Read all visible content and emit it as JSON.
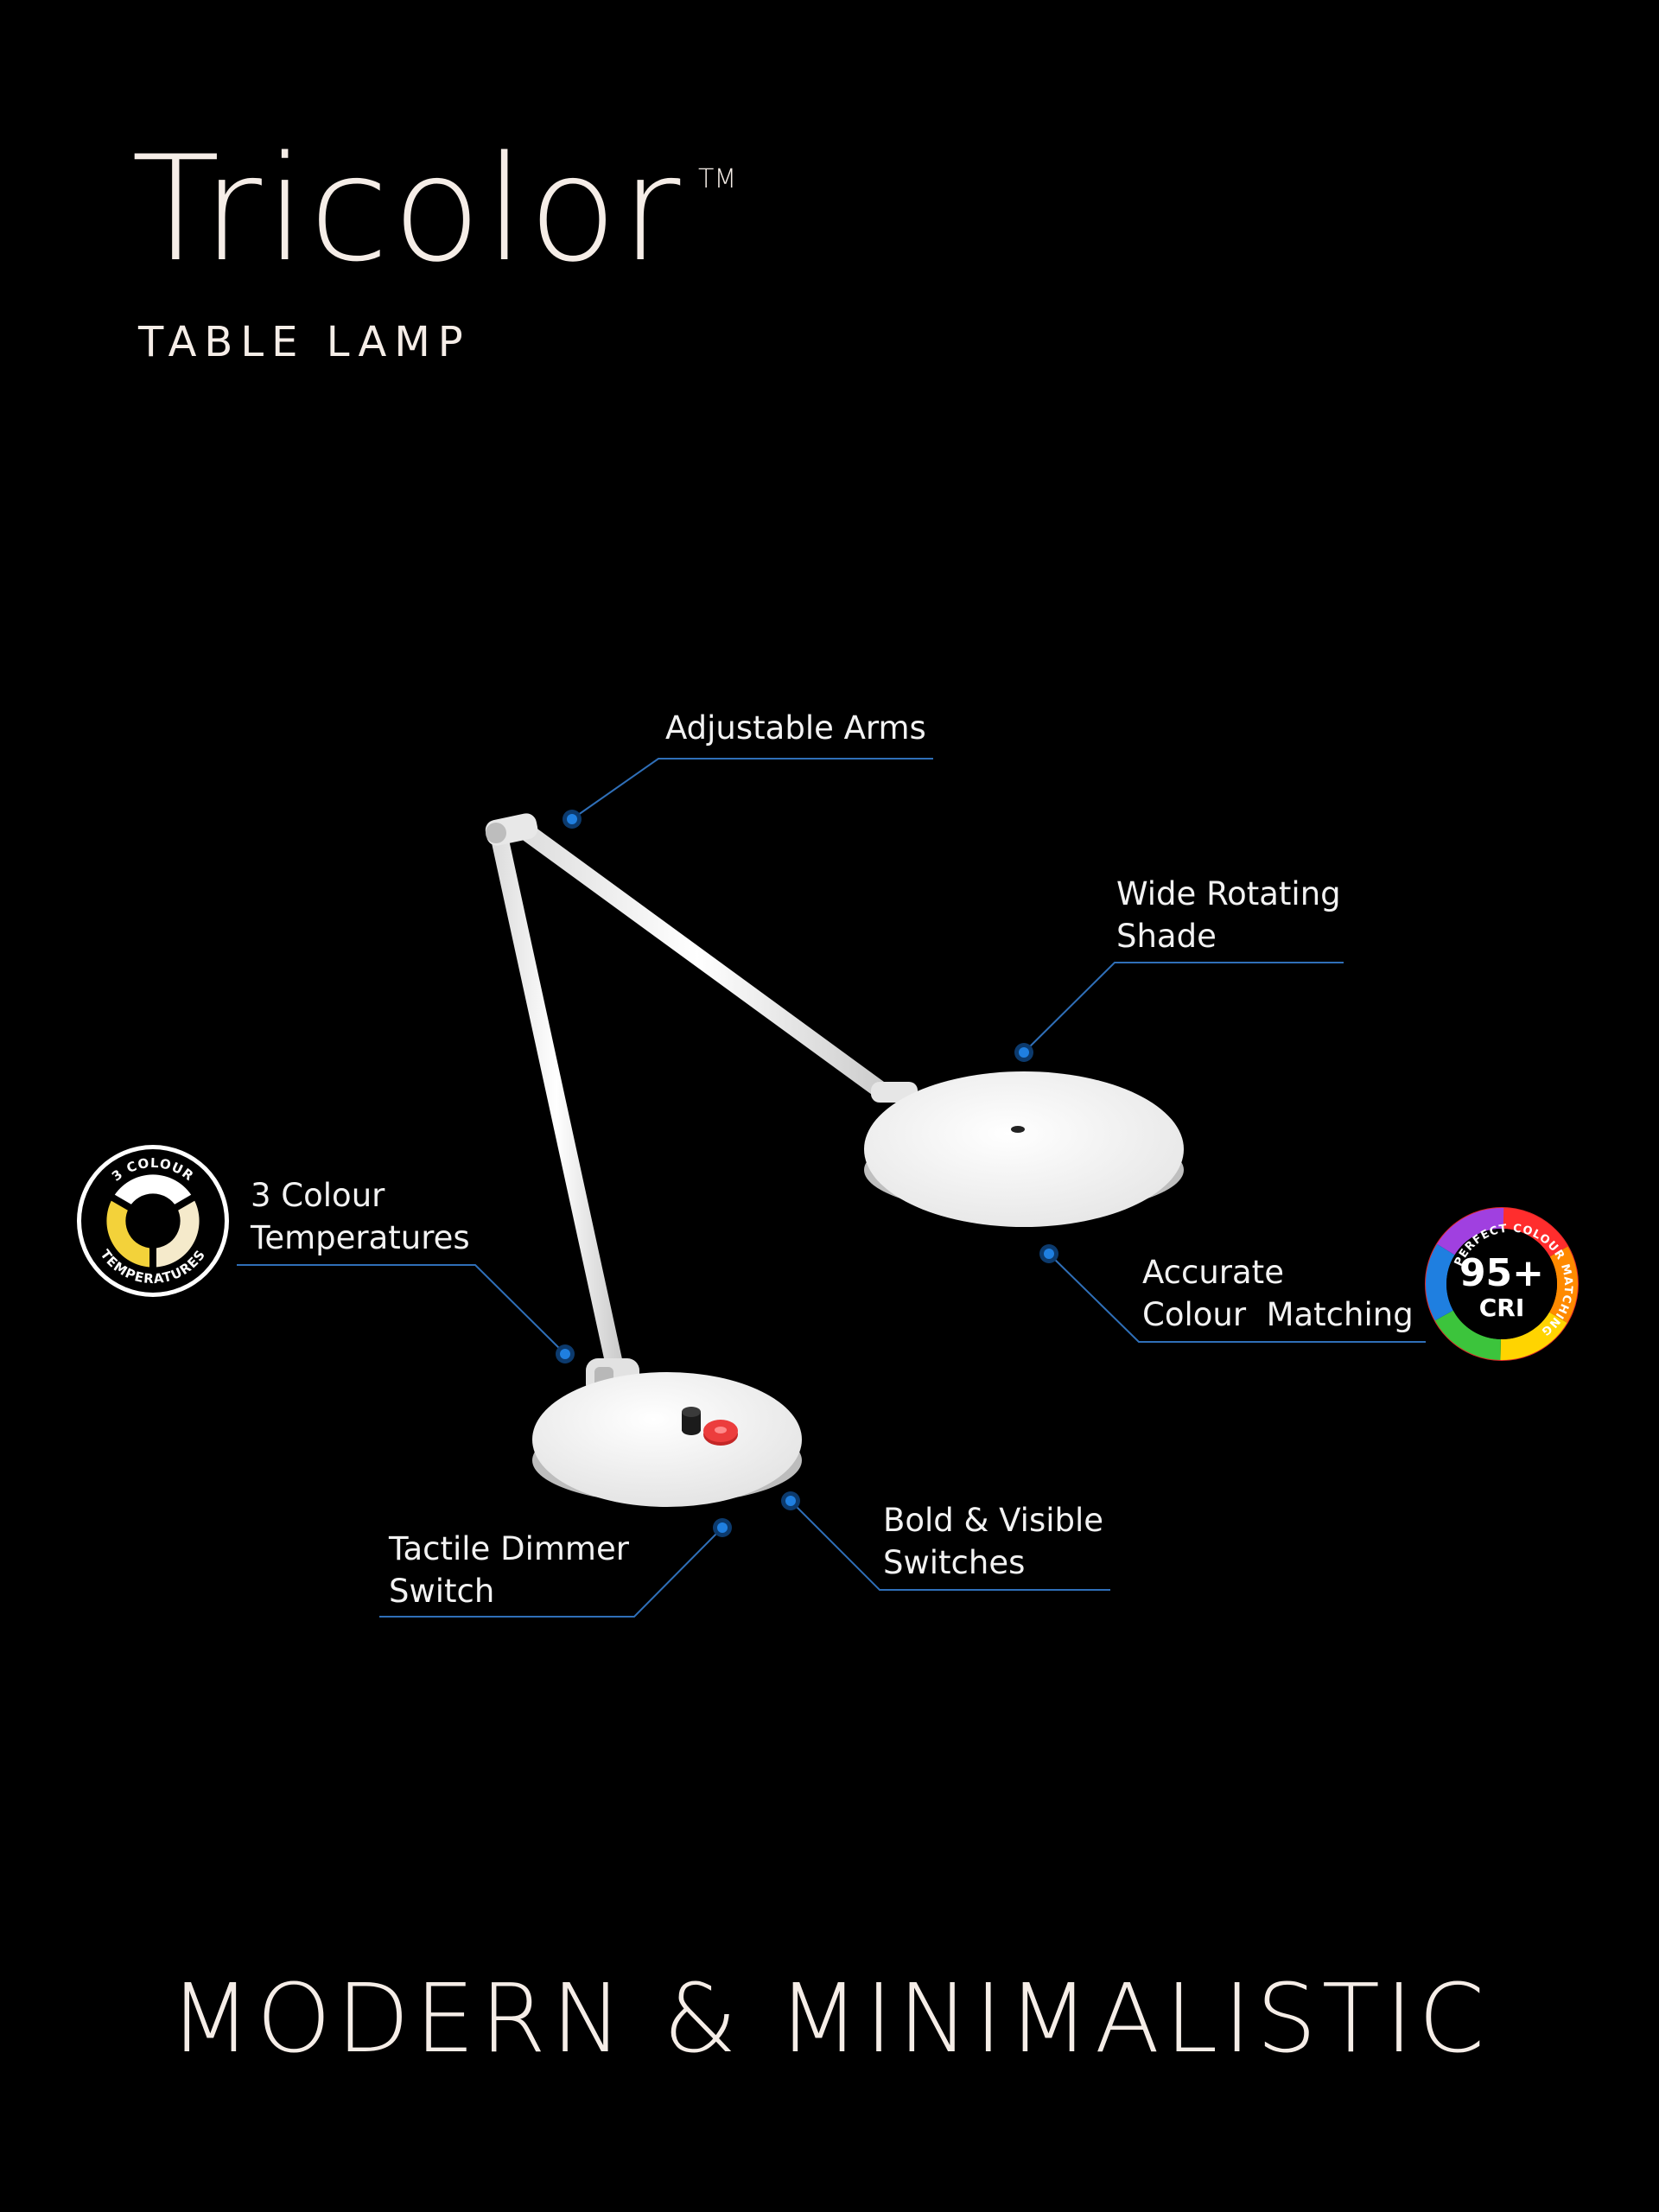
{
  "brand": {
    "name": "Tricolor",
    "trademark": "TM",
    "product_type": "TABLE LAMP"
  },
  "callouts": {
    "adjustable_arms": {
      "line1": "Adjustable Arms"
    },
    "wide_rotating_shade": {
      "line1": "Wide Rotating",
      "line2": "Shade"
    },
    "colour_temperatures": {
      "line1": "3 Colour",
      "line2": "Temperatures"
    },
    "accurate_colour_matching": {
      "line1": "Accurate",
      "line2": "Colour  Matching"
    },
    "bold_visible_switches": {
      "line1": "Bold & Visible",
      "line2": "Switches"
    },
    "tactile_dimmer_switch": {
      "line1": "Tactile Dimmer",
      "line2": "Switch"
    }
  },
  "badges": {
    "temperature": {
      "top_text": "3 COLOUR",
      "bottom_text": "TEMPERATURES"
    },
    "cri": {
      "ring_text": "PERFECT COLOUR MATCHING",
      "value": "95+",
      "unit": "CRI"
    }
  },
  "tagline": "MODERN & MINIMALISTIC",
  "colors": {
    "background": "#000000",
    "text": "#f5ede7",
    "leader_line": "#2f6fb8",
    "leader_dot": "#1f7fe0",
    "lamp": "#f1f1f1",
    "switch_red": "#e63838"
  },
  "icons": {
    "temperature_badge": "three-colour-temperature-icon",
    "cri_badge": "colour-matching-wheel-icon"
  }
}
